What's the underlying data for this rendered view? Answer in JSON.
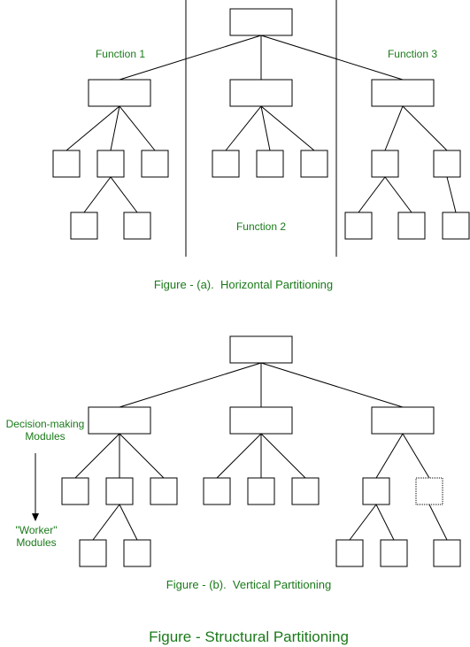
{
  "figure_a": {
    "function_1": "Function 1",
    "function_2": "Function 2",
    "function_3": "Function 3",
    "caption": "Figure - (a).  Horizontal Partitioning"
  },
  "figure_b": {
    "decision_label_line1": "Decision-making",
    "decision_label_line2": "Modules",
    "worker_label_line1": "\"Worker\"",
    "worker_label_line2": "Modules",
    "caption": "Figure - (b).  Vertical Partitioning"
  },
  "main_caption": "Figure - Structural Partitioning",
  "colors": {
    "label_text": "#1a7a1a",
    "line": "#000000",
    "box_fill": "#ffffff"
  }
}
